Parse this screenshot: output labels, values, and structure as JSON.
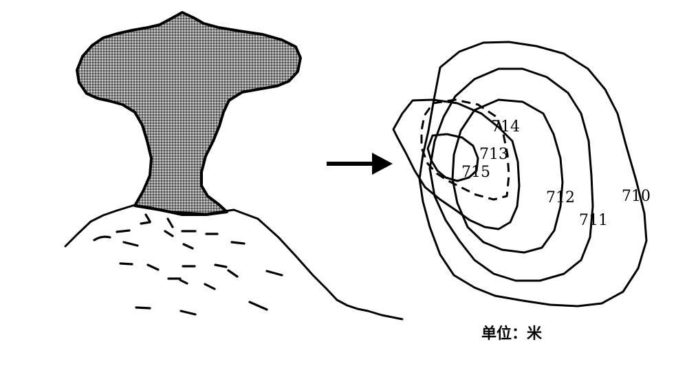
{
  "contour_labels": {
    "c710": "710",
    "c711": "711",
    "c712": "712",
    "c713": "713",
    "c714": "714",
    "c715": "715"
  },
  "unit_label": "单位：米",
  "colors": {
    "ink": "#000000",
    "plume_fill": "#6e6e6e",
    "background": "#ffffff"
  },
  "icons": {
    "arrow": "right-arrow-icon"
  }
}
